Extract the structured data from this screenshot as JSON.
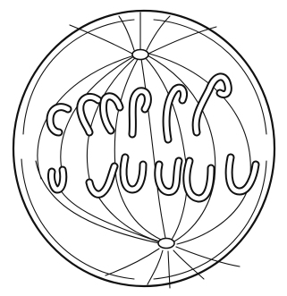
{
  "figure": {
    "subject": "cell-division-spindle",
    "colors": {
      "line": "#111111",
      "background": "#ffffff",
      "fill": "#ffffff"
    },
    "parts": {
      "cell_membrane": "cell-membrane",
      "spindle_poles": [
        "pole-top",
        "pole-bottom"
      ],
      "chromosome_count": 12
    }
  }
}
